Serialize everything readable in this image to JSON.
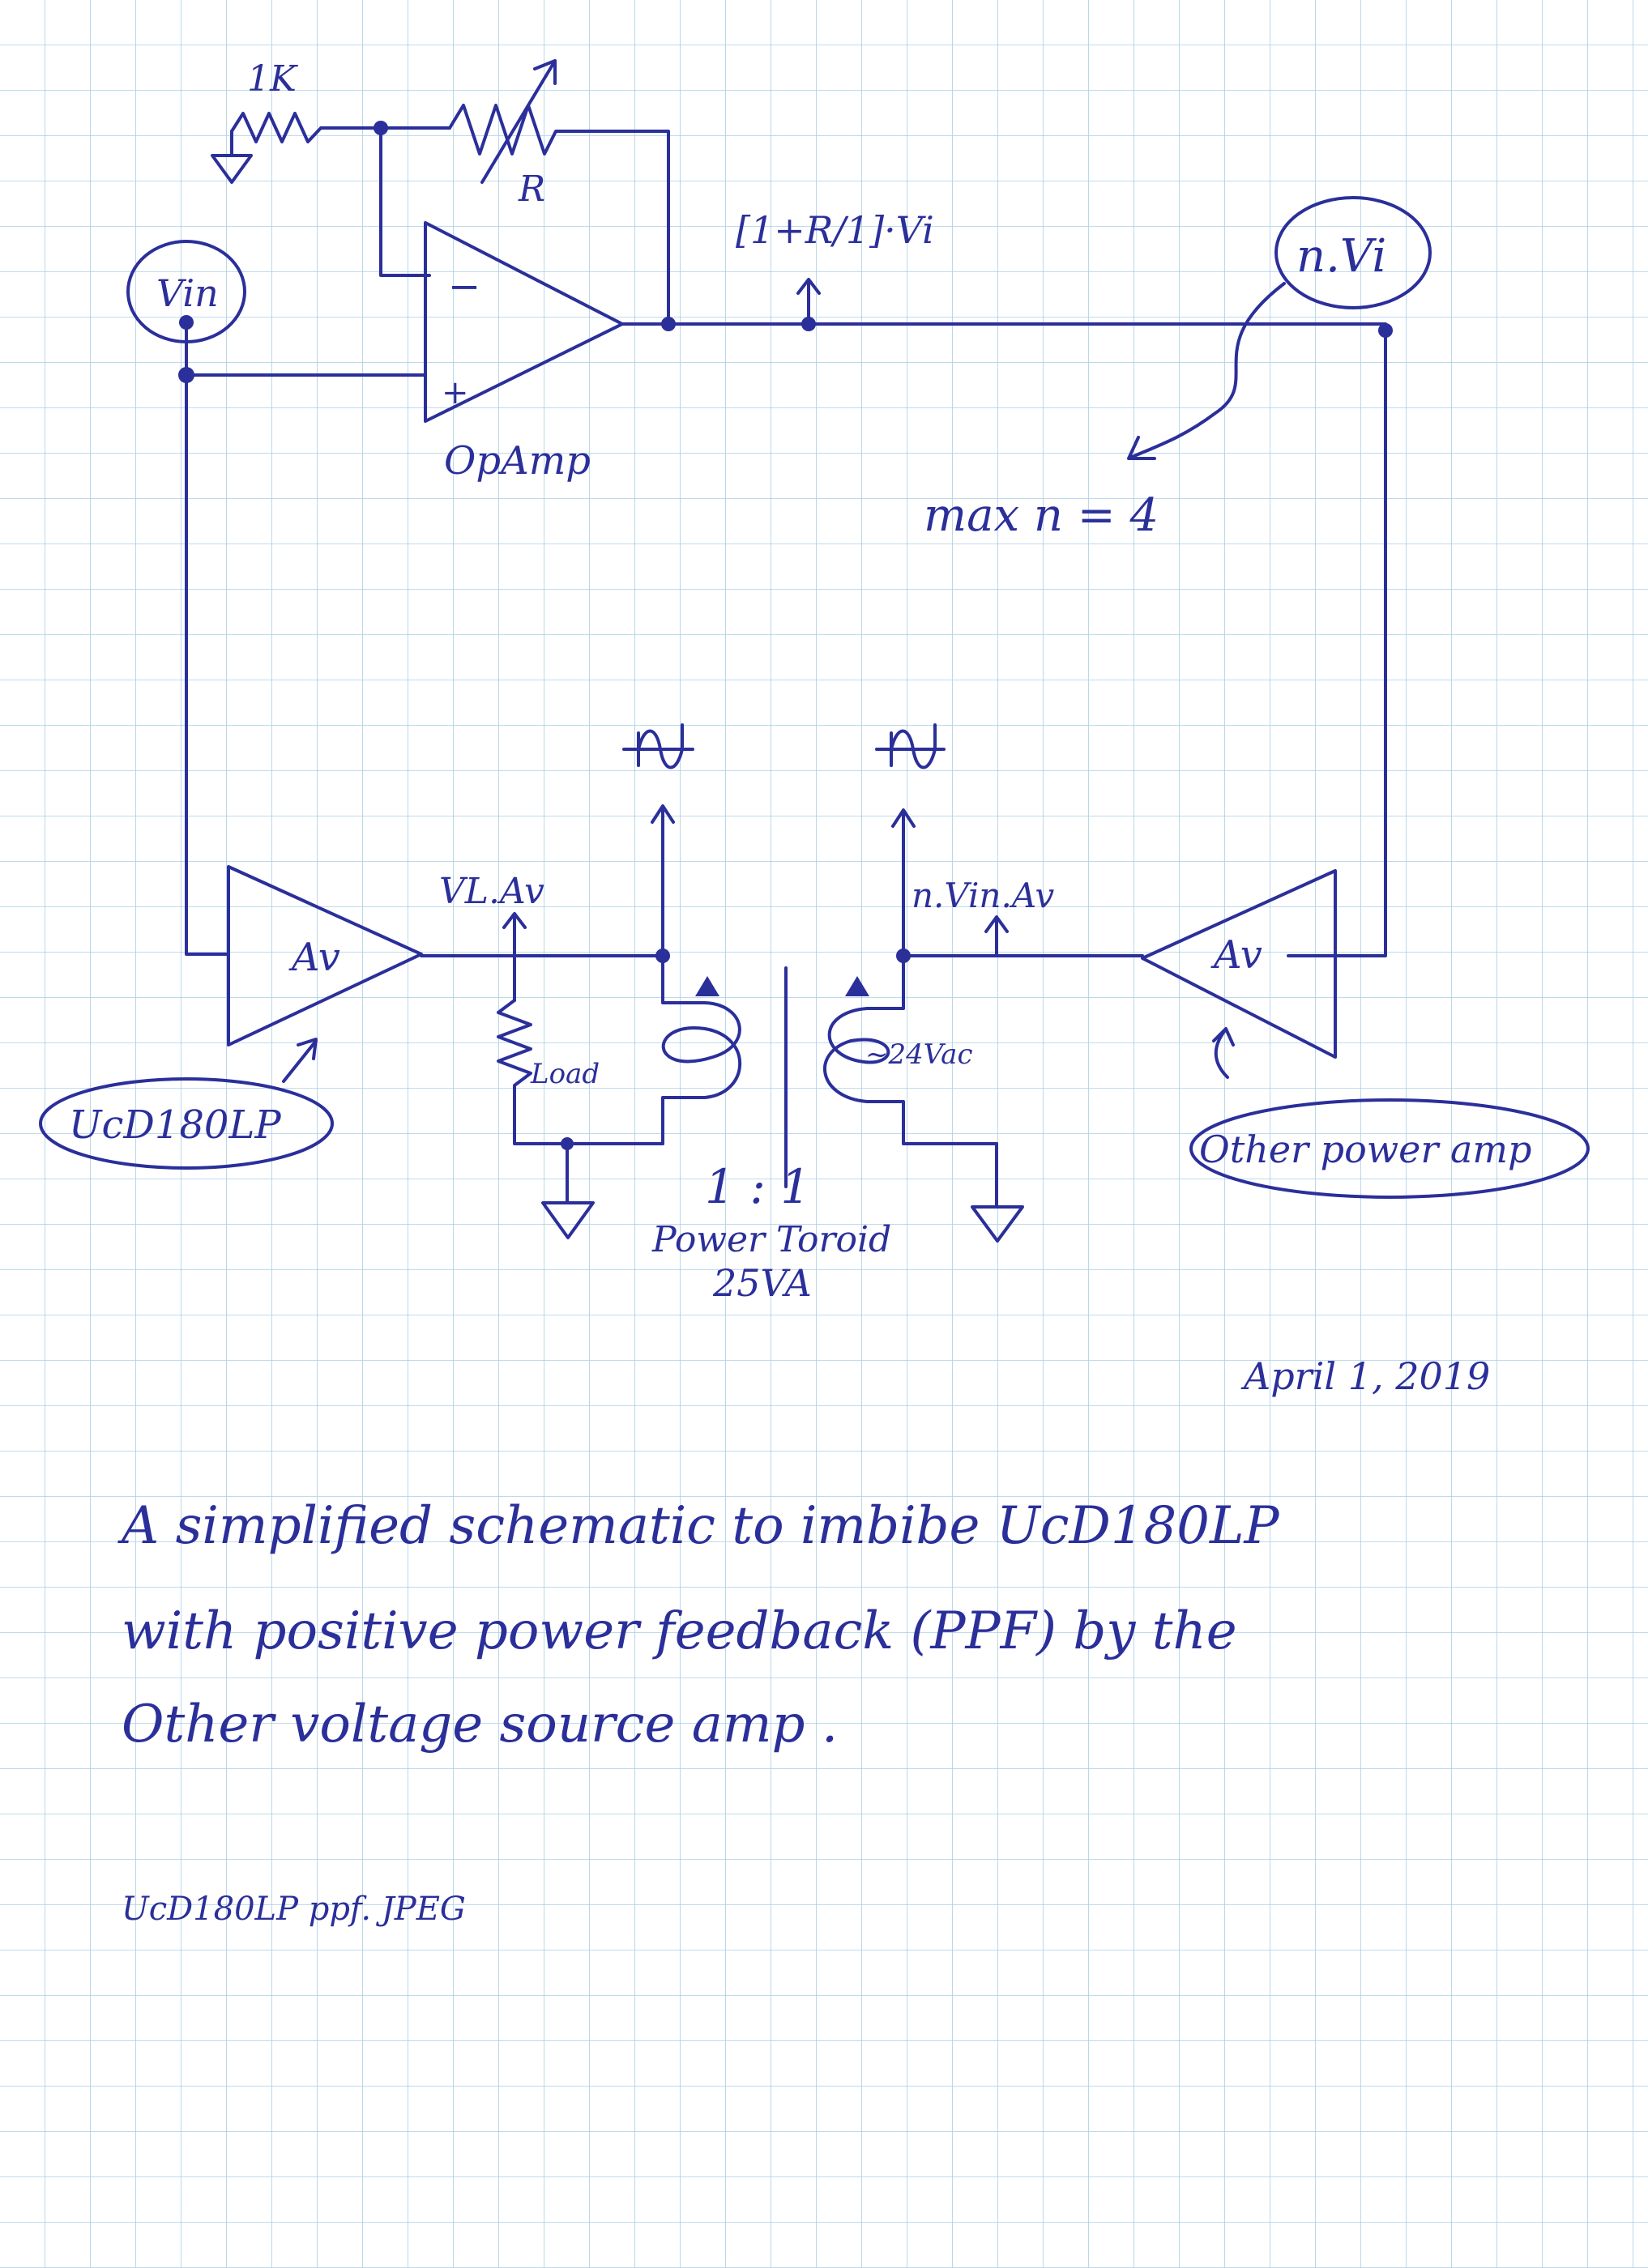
{
  "colors": {
    "ink": "#2b2f9a",
    "grid": "#a9cfe6",
    "paper": "#ffffff"
  },
  "labels": {
    "r1": "1K",
    "r2": "R",
    "gain_expr": "[1+R/1]·Vi",
    "nvi": "n.Vi",
    "vin": "Vin",
    "minus": "−",
    "plus": "+",
    "opamp": "OpAmp",
    "maxn": "max n = 4",
    "vl_av": "VL.Av",
    "nvin_av": "n.Vin.Av",
    "av_left": "Av",
    "av_right": "Av",
    "load": "Load",
    "vac": "~24Vac",
    "ucd": "UcD180LP",
    "other": "Other power amp",
    "ratio": "1 : 1",
    "toroid": "Power Toroid",
    "va": "25VA"
  },
  "date": "April 1, 2019",
  "description": [
    "A simplified schematic to imbibe UcD180LP",
    "with positive power feedback (PPF) by the",
    "Other voltage source amp ."
  ],
  "filename": "UcD180LP ppf. JPEG"
}
